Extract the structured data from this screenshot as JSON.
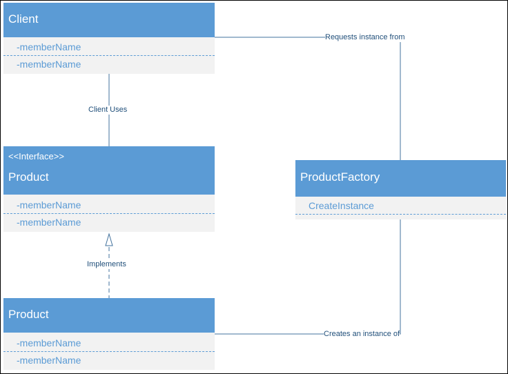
{
  "client": {
    "title": "Client",
    "members": [
      "-memberName",
      "-memberName"
    ]
  },
  "interface_product": {
    "stereotype": "<<Interface>>",
    "title": "Product",
    "members": [
      "-memberName",
      "-memberName"
    ]
  },
  "concrete_product": {
    "title": "Product",
    "members": [
      "-memberName",
      "-memberName"
    ]
  },
  "factory": {
    "title": "ProductFactory",
    "methods": [
      "CreateInstance"
    ]
  },
  "connectors": {
    "client_uses": "Client Uses",
    "implements": "Implements",
    "requests_instance_from": "Requests instance from",
    "creates_instance_of": "Creates an instance of"
  },
  "colors": {
    "header": "#5b9bd5",
    "body": "#f2f2f2",
    "line": "#41719c",
    "label": "#1f4e79"
  }
}
